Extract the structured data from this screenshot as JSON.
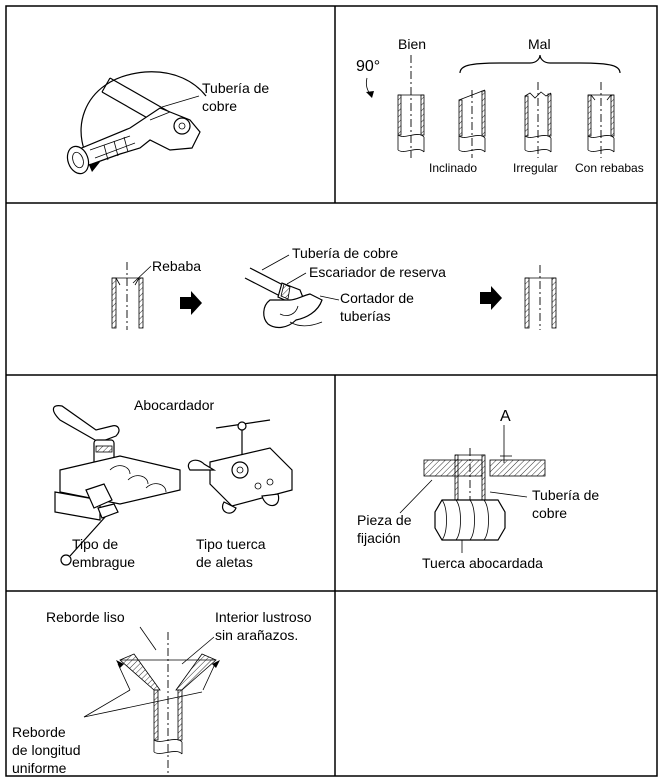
{
  "panel1": {
    "copper_pipe_label": [
      "Tubería de",
      "cobre"
    ]
  },
  "panel2": {
    "good_label": "Bien",
    "bad_label": "Mal",
    "angle_label": "90°",
    "inclined_label": "Inclinado",
    "irregular_label": "Irregular",
    "burr_label": "Con rebabas"
  },
  "panel3": {
    "burr_label": "Rebaba",
    "copper_pipe_label": "Tubería de cobre",
    "reamer_label": "Escariador de reserva",
    "cutter_label": [
      "Cortador de",
      "tuberías"
    ]
  },
  "panel4": {
    "flaring_tool_label": "Abocardador",
    "clutch_type_label": [
      "Tipo de",
      "embrague"
    ],
    "wing_nut_type_label": [
      "Tipo tuerca",
      "de aletas"
    ]
  },
  "panel5": {
    "dimension_label": "A",
    "copper_pipe_label": [
      "Tubería de",
      "cobre"
    ],
    "fixing_piece_label": [
      "Pieza de",
      "fijación"
    ],
    "flare_nut_label": "Tuerca abocardada"
  },
  "panel6": {
    "smooth_edge_label": "Reborde liso",
    "inner_surface_label": [
      "Interior lustroso",
      "sin arañazos."
    ],
    "uniform_edge_label": [
      "Reborde",
      "de longitud",
      "uniforme"
    ]
  }
}
